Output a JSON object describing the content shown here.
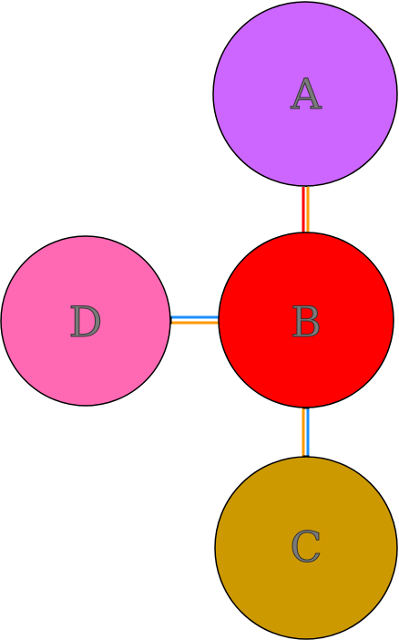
{
  "nodes": [
    {
      "id": "A",
      "label": "A",
      "color": "#CC66FF"
    },
    {
      "id": "B",
      "label": "B",
      "color": "#FF0000"
    },
    {
      "id": "C",
      "label": "C",
      "color": "#CC9900"
    },
    {
      "id": "D",
      "label": "D",
      "color": "#FF69B4"
    }
  ],
  "edges": [
    {
      "from": "A",
      "to": "B",
      "colors": [
        "#FF0000",
        "#FF9900"
      ]
    },
    {
      "from": "D",
      "to": "B",
      "colors": [
        "#1E90FF",
        "#FF9900"
      ]
    },
    {
      "from": "B",
      "to": "C",
      "colors": [
        "#FF9900",
        "#1E90FF"
      ]
    }
  ],
  "colors": {
    "outline": "#000000",
    "label_fill": "#7a7a7a",
    "background": "#ffffff"
  }
}
